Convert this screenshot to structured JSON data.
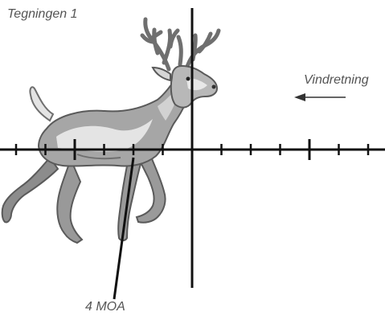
{
  "figure": {
    "title": "Tegningen 1",
    "wind_direction_label": "Vindretning",
    "offset_label": "4 MOA"
  },
  "reticle": {
    "horizontal_ticks_left": 6,
    "horizontal_ticks_right": 6,
    "major_tick_every": 4
  },
  "colors": {
    "reticle": "#111111",
    "text": "#555555",
    "deer_dark": "#6f6f6f",
    "deer_mid": "#a6a6a6",
    "deer_light": "#e4e4e4"
  }
}
